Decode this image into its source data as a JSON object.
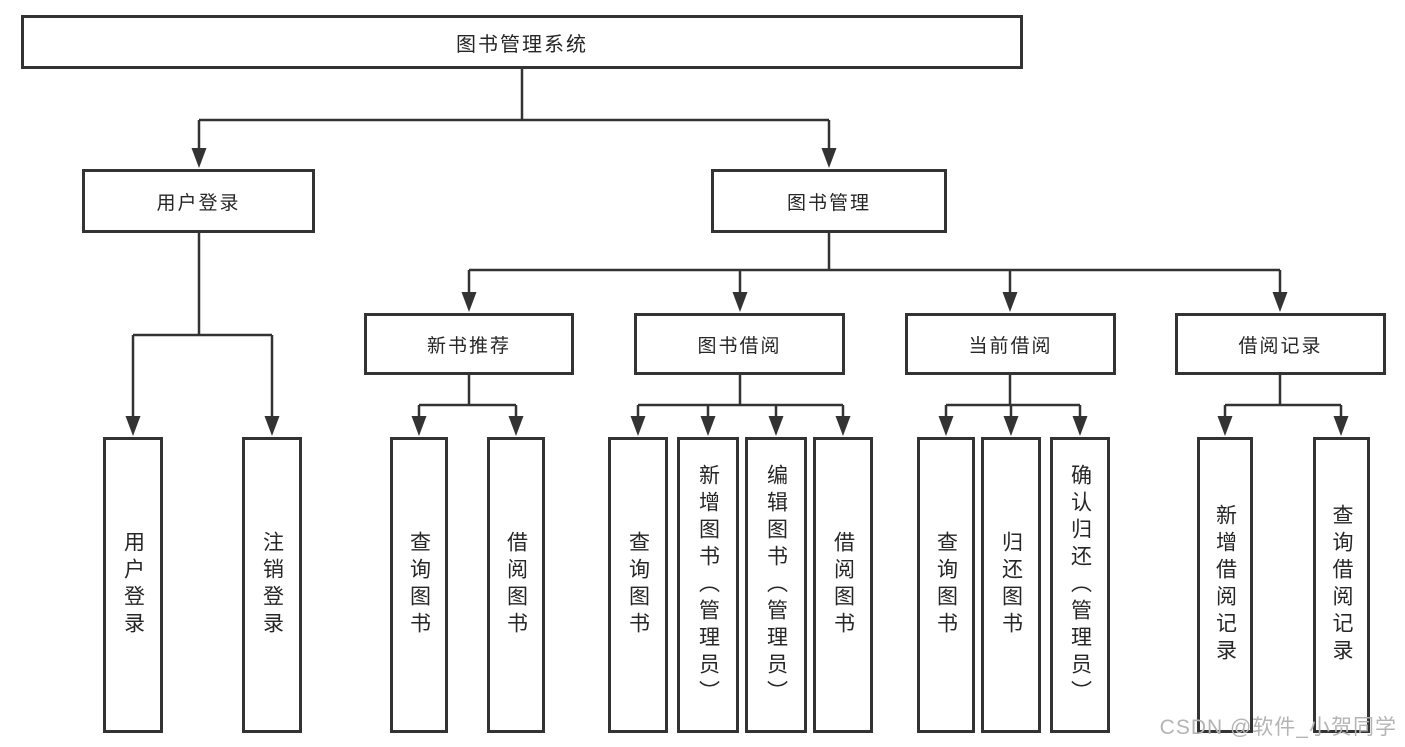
{
  "colors": {
    "line": "#333333",
    "box_border": "#333333",
    "text": "#262626",
    "watermark_text": "#b4b4b4",
    "background": "#ffffff"
  },
  "tree": {
    "root": "图书管理系统",
    "branches": [
      {
        "label": "用户登录",
        "children": [
          "用户登录",
          "注销登录"
        ]
      },
      {
        "label": "图书管理",
        "children": [
          {
            "label": "新书推荐",
            "children": [
              "查询图书",
              "借阅图书"
            ]
          },
          {
            "label": "图书借阅",
            "children": [
              "查询图书",
              "新增图书（管理员）",
              "编辑图书（管理员）",
              "借阅图书"
            ]
          },
          {
            "label": "当前借阅",
            "children": [
              "查询图书",
              "归还图书",
              "确认归还（管理员）"
            ]
          },
          {
            "label": "借阅记录",
            "children": [
              "新增借阅记录",
              "查询借阅记录"
            ]
          }
        ]
      }
    ]
  },
  "watermark": {
    "text": "CSDN @软件_小贺同学"
  }
}
